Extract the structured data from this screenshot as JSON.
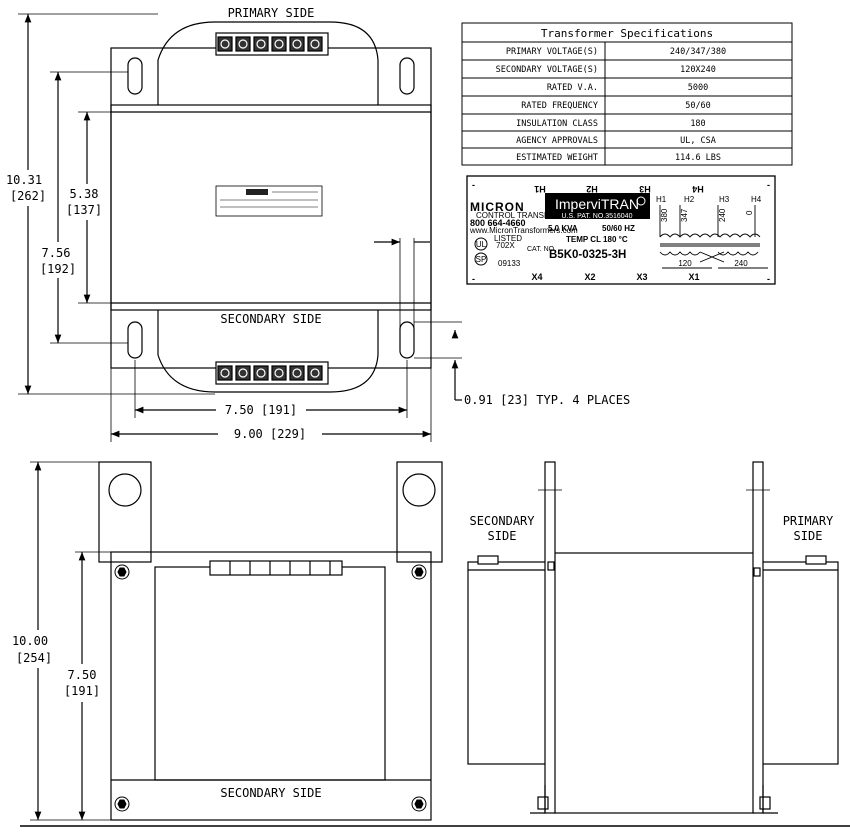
{
  "top_view": {
    "primary_side": "PRIMARY SIDE",
    "secondary_side": "SECONDARY SIDE",
    "dim_height_in": "10.31",
    "dim_height_mm": "[262]",
    "dim_core_in": "5.38",
    "dim_core_mm": "[137]",
    "dim_mount_in": "7.56",
    "dim_mount_mm": "[192]",
    "dim_mount_width": "7.50 [191]",
    "dim_total_width": "9.00 [229]",
    "dim_slot": "0.91 [23] TYP. 4 PLACES"
  },
  "spec_table": {
    "title": "Transformer Specifications",
    "rows": [
      {
        "label": "PRIMARY VOLTAGE(S)",
        "value": "240/347/380"
      },
      {
        "label": "SECONDARY VOLTAGE(S)",
        "value": "120X240"
      },
      {
        "label": "RATED V.A.",
        "value": "5000"
      },
      {
        "label": "RATED FREQUENCY",
        "value": "50/60"
      },
      {
        "label": "INSULATION CLASS",
        "value": "180"
      },
      {
        "label": "AGENCY APPROVALS",
        "value": "UL, CSA"
      },
      {
        "label": "ESTIMATED WEIGHT",
        "value": "114.6 LBS"
      }
    ]
  },
  "nameplate": {
    "brand": "MICRON",
    "brand_sub": "CONTROL TRANSFORMERS",
    "phone": "800 664-4660",
    "website": "www.MicronTransformers.com",
    "product": "ImperviTRAN",
    "patent": "U.S. PAT. NO.3516040",
    "kva": "5.0 KVA",
    "hz": "50/60 HZ",
    "temp": "TEMP CL 180 °C",
    "cat_label": "CAT. NO.",
    "cat_no": "B5K0-0325-3H",
    "listed": "LISTED",
    "listed_code": "702X",
    "csa_code": "09133",
    "top_terms": [
      "H1",
      "H2",
      "H3",
      "H4"
    ],
    "bottom_terms": [
      "X4",
      "X2",
      "X3",
      "X1"
    ],
    "pri_taps": [
      "380",
      "347",
      "240",
      "0"
    ],
    "sec_volts": [
      "120",
      "240"
    ]
  },
  "front_view": {
    "dim_height_in": "10.00",
    "dim_height_mm": "[254]",
    "dim_core_in": "7.50",
    "dim_core_mm": "[191]",
    "secondary_side": "SECONDARY SIDE"
  },
  "side_view": {
    "secondary_label_1": "SECONDARY",
    "secondary_label_2": "SIDE",
    "primary_label_1": "PRIMARY",
    "primary_label_2": "SIDE"
  }
}
